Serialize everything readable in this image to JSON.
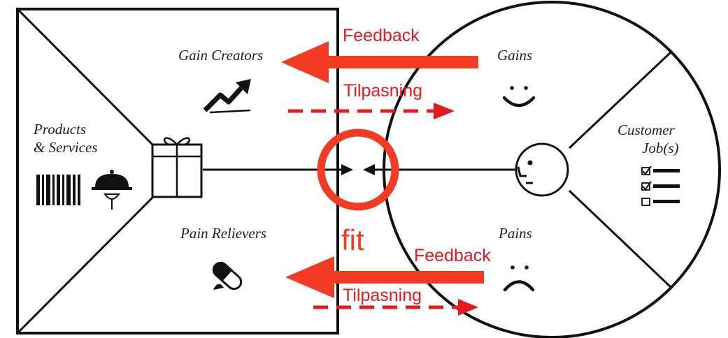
{
  "value_map": {
    "products_services": [
      "Products",
      "& Services"
    ],
    "gain_creators": "Gain Creators",
    "pain_relievers": "Pain Relievers"
  },
  "customer_profile": {
    "gains": "Gains",
    "pains": "Pains",
    "customer_jobs": [
      "Customer",
      "Job(s)"
    ]
  },
  "annotations": {
    "feedback_top": "Feedback",
    "tilpasning_top": "Tilpasning",
    "feedback_bottom": "Feedback",
    "tilpasning_bottom": "Tilpasning",
    "fit": "fit"
  },
  "colors": {
    "ink": "#111111",
    "accent": "#f33a22",
    "annotation_text": "#e8191e",
    "dashed_arrow": "#e8191e"
  },
  "icons": [
    "gift-icon",
    "barcode-icon",
    "cloche-icon",
    "trend-chart-icon",
    "pill-icon",
    "smiley-icon",
    "frown-icon",
    "customer-face-icon",
    "checklist-icon"
  ]
}
